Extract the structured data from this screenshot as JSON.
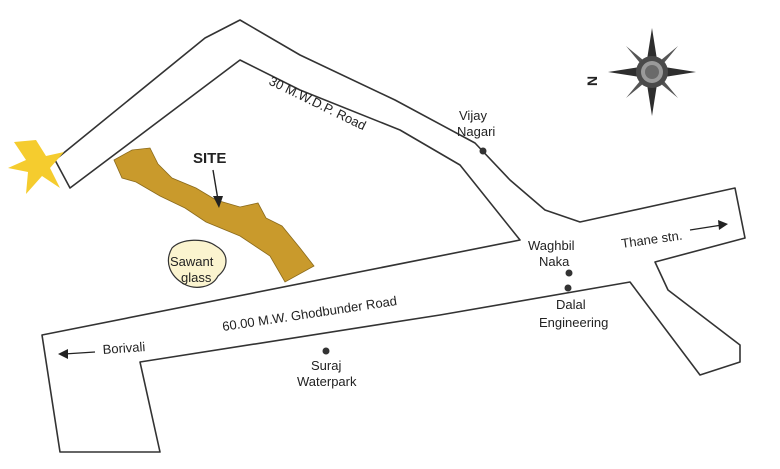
{
  "map": {
    "site_label": "SITE",
    "roads": {
      "mwdp_road": "30 M.W.D.P. Road",
      "ghodbunder_road": "60.00 M.W. Ghodbunder Road"
    },
    "directions": {
      "borivali": "Borivali",
      "thane": "Thane stn."
    },
    "places": {
      "vijay_nagari": [
        "Vijay",
        "Nagari"
      ],
      "waghbil_naka": [
        "Waghbil",
        "Naka"
      ],
      "dalal_engineering": [
        "Dalal",
        "Engineering"
      ],
      "suraj_waterpark": [
        "Suraj",
        "Waterpark"
      ],
      "sawant_glass": [
        "Sawant",
        "glass"
      ]
    },
    "compass": {
      "north_label": "N"
    },
    "colors": {
      "site_fill": "#c99a2c",
      "sawant_fill": "#fbf4cf",
      "star_fill": "#f5cc2e",
      "road_stroke": "#333333"
    }
  }
}
